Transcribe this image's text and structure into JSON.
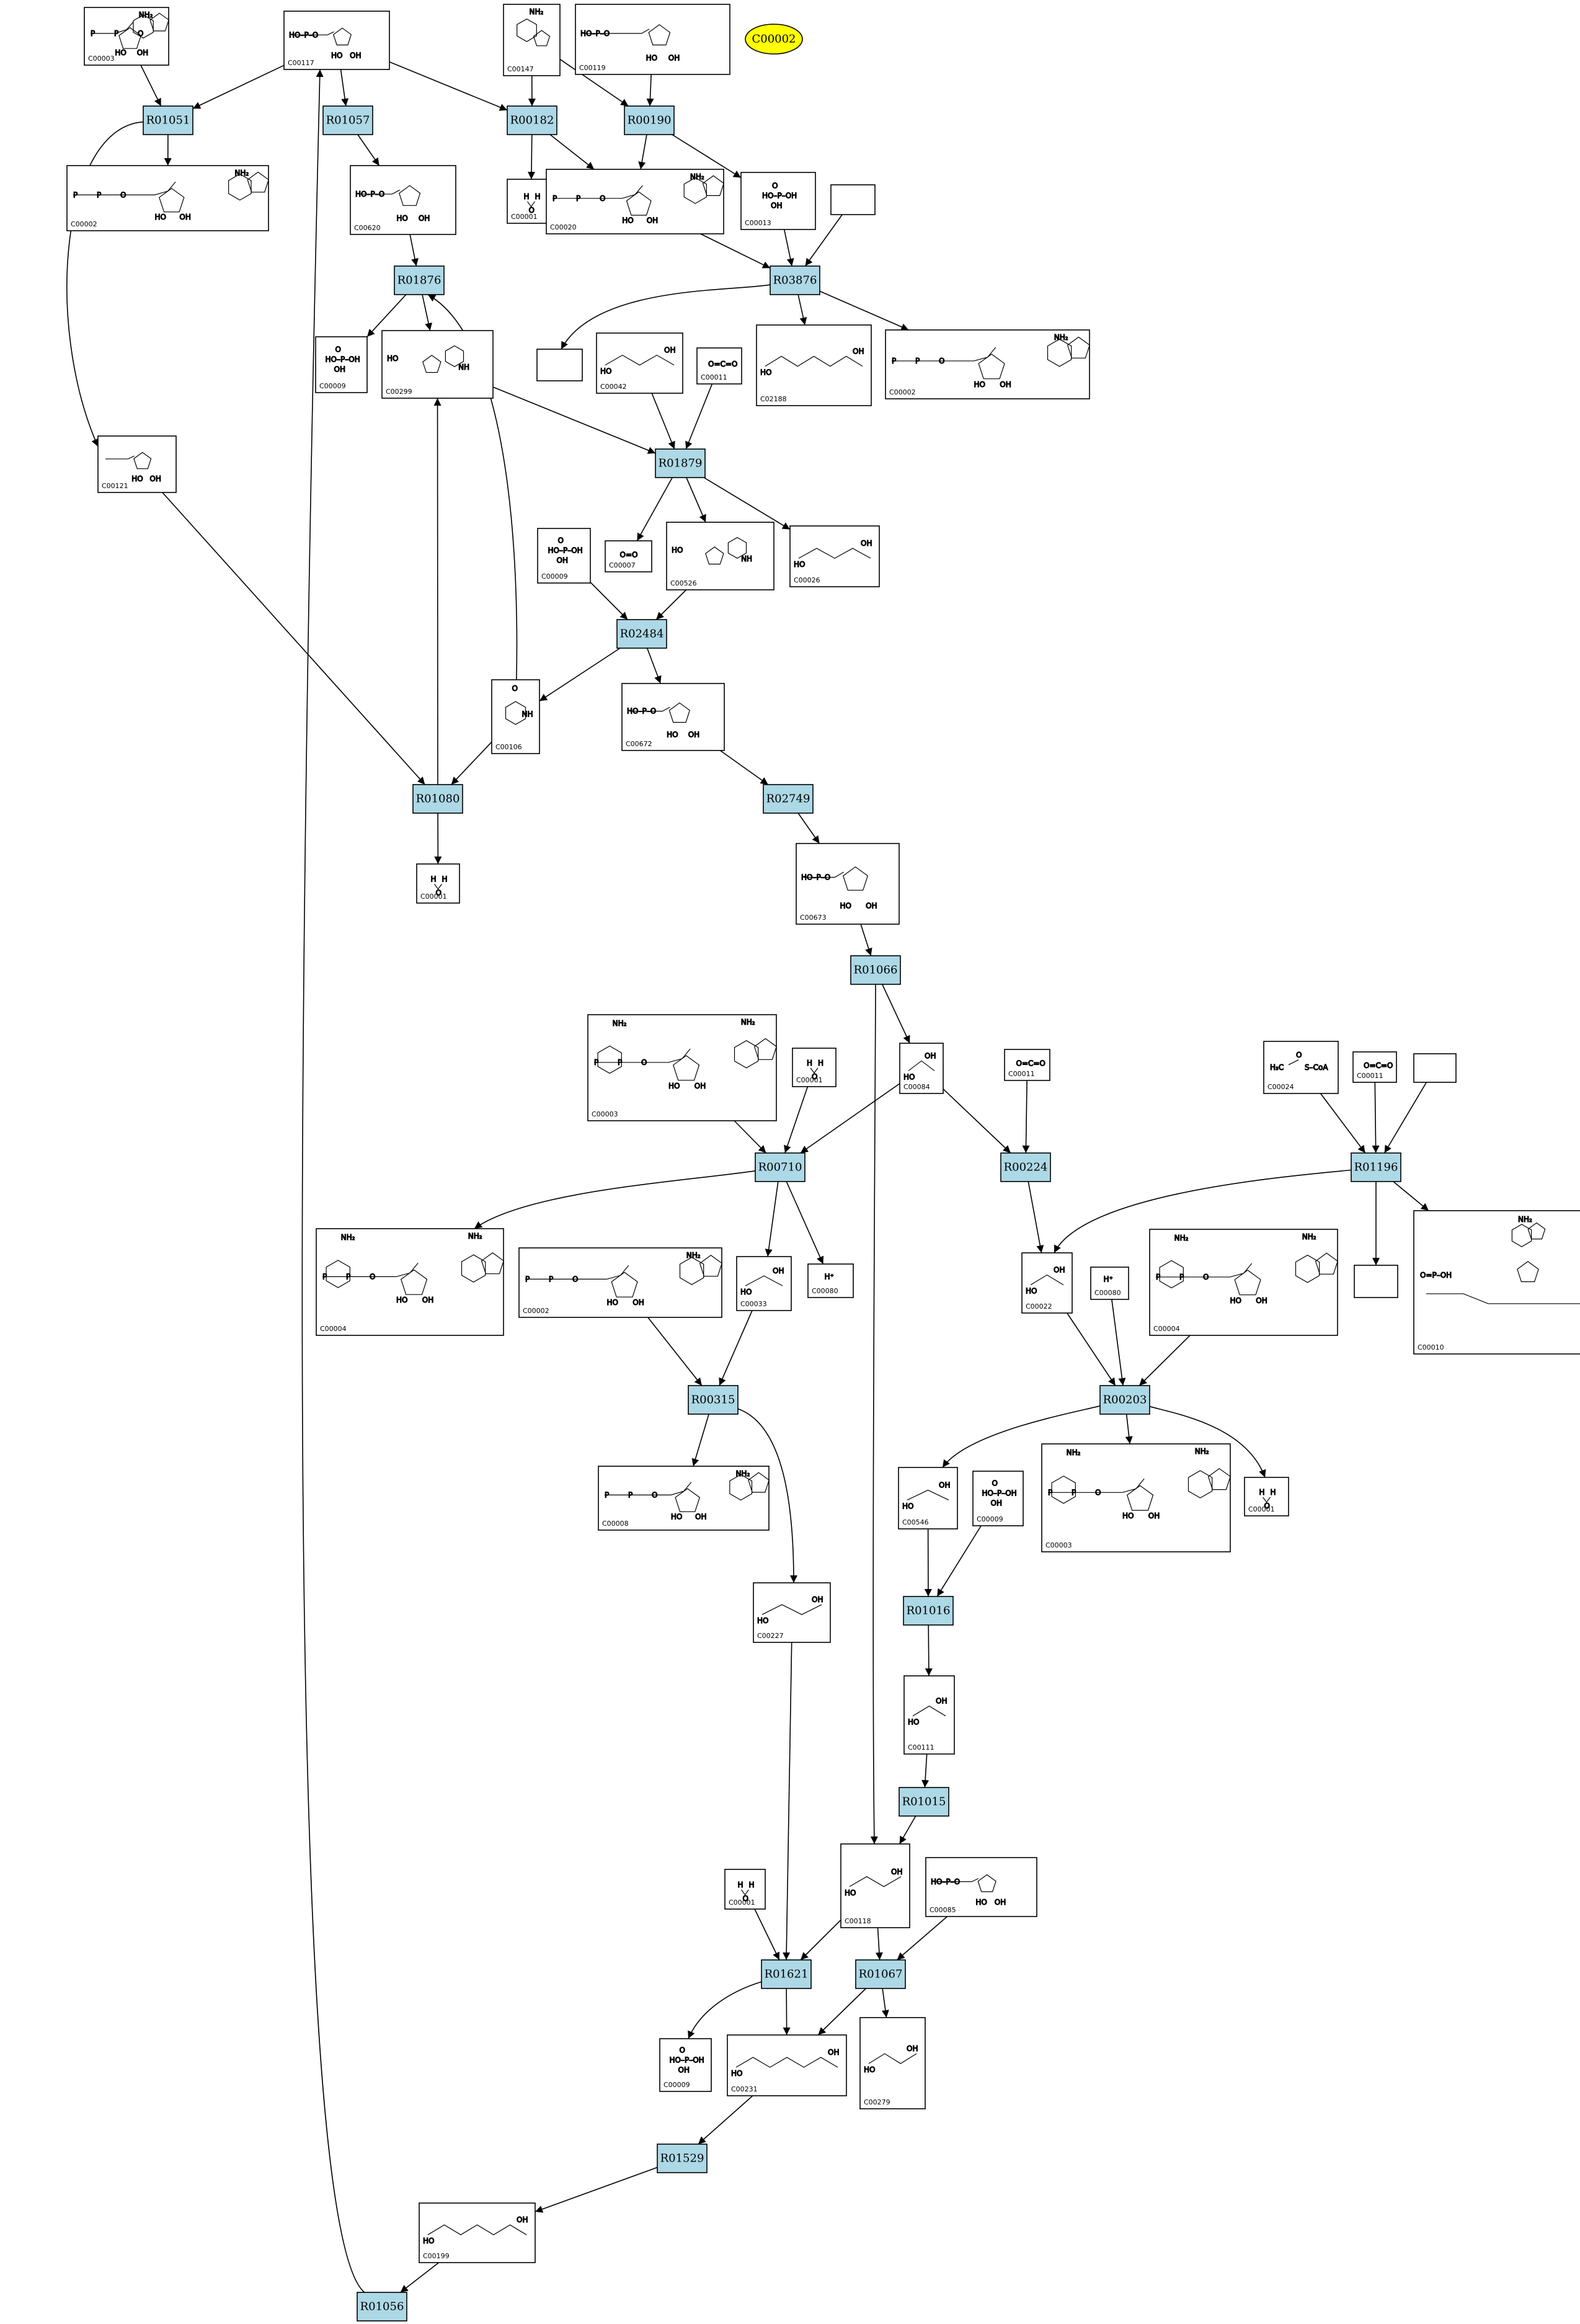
{
  "highlight": {
    "label": "C00002"
  },
  "reactions": [
    {
      "id": "R01051"
    },
    {
      "id": "R01057"
    },
    {
      "id": "R00182"
    },
    {
      "id": "R00190"
    },
    {
      "id": "R01876"
    },
    {
      "id": "R03876"
    },
    {
      "id": "R01879"
    },
    {
      "id": "R02484"
    },
    {
      "id": "R01080"
    },
    {
      "id": "R02749"
    },
    {
      "id": "R01066"
    },
    {
      "id": "R00710"
    },
    {
      "id": "R00224"
    },
    {
      "id": "R01196"
    },
    {
      "id": "R00315"
    },
    {
      "id": "R00203"
    },
    {
      "id": "R01016"
    },
    {
      "id": "R01015"
    },
    {
      "id": "R01621"
    },
    {
      "id": "R01067"
    },
    {
      "id": "R01529"
    },
    {
      "id": "R01056"
    }
  ],
  "compounds": [
    {
      "key": "c1",
      "label": "C00003",
      "kind": "nuc"
    },
    {
      "key": "c2",
      "label": "C00117",
      "kind": "sugarP"
    },
    {
      "key": "c3",
      "label": "C00147",
      "kind": "adenine"
    },
    {
      "key": "c4",
      "label": "C00119",
      "kind": "sugarP"
    },
    {
      "key": "c5",
      "label": "C00002",
      "kind": "nuc"
    },
    {
      "key": "c6",
      "label": "C00620",
      "kind": "sugarP"
    },
    {
      "key": "c7",
      "label": "C00001",
      "kind": "water"
    },
    {
      "key": "c8",
      "label": "C00020",
      "kind": "nuc"
    },
    {
      "key": "c9",
      "label": "C00013",
      "kind": "phosphate"
    },
    {
      "key": "c10",
      "label": "",
      "kind": "empty"
    },
    {
      "key": "c11",
      "label": "",
      "kind": "empty"
    },
    {
      "key": "c12",
      "label": "C00009",
      "kind": "phosphate"
    },
    {
      "key": "c13",
      "label": "C00299",
      "kind": "uridine"
    },
    {
      "key": "c14",
      "label": "C00042",
      "kind": "acid"
    },
    {
      "key": "c15",
      "label": "C00011",
      "kind": "co2"
    },
    {
      "key": "c16",
      "label": "C02188",
      "kind": "chain"
    },
    {
      "key": "c17",
      "label": "C00002",
      "kind": "nuc"
    },
    {
      "key": "c18",
      "label": "C00121",
      "kind": "sugar"
    },
    {
      "key": "c19",
      "label": "C00009",
      "kind": "phosphate"
    },
    {
      "key": "c20",
      "label": "C00007",
      "kind": "o2"
    },
    {
      "key": "c21",
      "label": "C00526",
      "kind": "uridine"
    },
    {
      "key": "c22",
      "label": "C00026",
      "kind": "acid"
    },
    {
      "key": "c23",
      "label": "C00106",
      "kind": "uracil"
    },
    {
      "key": "c24",
      "label": "C00672",
      "kind": "sugarP"
    },
    {
      "key": "c25",
      "label": "C00001",
      "kind": "water"
    },
    {
      "key": "c26",
      "label": "C00673",
      "kind": "sugarP"
    },
    {
      "key": "c27",
      "label": "C00003",
      "kind": "nad"
    },
    {
      "key": "c28",
      "label": "C00001",
      "kind": "water"
    },
    {
      "key": "c29",
      "label": "C00084",
      "kind": "small"
    },
    {
      "key": "c30",
      "label": "C00011",
      "kind": "co2"
    },
    {
      "key": "c31",
      "label": "C00024",
      "kind": "acetylcoa"
    },
    {
      "key": "c32",
      "label": "C00011",
      "kind": "co2"
    },
    {
      "key": "c33",
      "label": "",
      "kind": "empty"
    },
    {
      "key": "c34",
      "label": "C00004",
      "kind": "nad"
    },
    {
      "key": "c35",
      "label": "C00002",
      "kind": "nuc"
    },
    {
      "key": "c36",
      "label": "C00033",
      "kind": "small"
    },
    {
      "key": "c37",
      "label": "C00080",
      "kind": "proton"
    },
    {
      "key": "c38",
      "label": "C00022",
      "kind": "small"
    },
    {
      "key": "c39",
      "label": "C00080",
      "kind": "proton"
    },
    {
      "key": "c40",
      "label": "C00004",
      "kind": "nad"
    },
    {
      "key": "c41",
      "label": "",
      "kind": "empty"
    },
    {
      "key": "c42",
      "label": "C00010",
      "kind": "coa"
    },
    {
      "key": "c43",
      "label": "C00008",
      "kind": "nuc"
    },
    {
      "key": "c44",
      "label": "C00546",
      "kind": "small"
    },
    {
      "key": "c45",
      "label": "C00009",
      "kind": "phosphate"
    },
    {
      "key": "c46",
      "label": "C00003",
      "kind": "nad"
    },
    {
      "key": "c47",
      "label": "C00001",
      "kind": "water"
    },
    {
      "key": "c48",
      "label": "C00227",
      "kind": "small"
    },
    {
      "key": "c49",
      "label": "C00111",
      "kind": "chain"
    },
    {
      "key": "c50",
      "label": "C00001",
      "kind": "water"
    },
    {
      "key": "c51",
      "label": "C00118",
      "kind": "chain"
    },
    {
      "key": "c52",
      "label": "C00085",
      "kind": "sugarP"
    },
    {
      "key": "c53",
      "label": "C00009",
      "kind": "phosphate"
    },
    {
      "key": "c54",
      "label": "C00231",
      "kind": "chain"
    },
    {
      "key": "c55",
      "label": "C00279",
      "kind": "chain"
    },
    {
      "key": "c56",
      "label": "C00199",
      "kind": "chain"
    }
  ]
}
